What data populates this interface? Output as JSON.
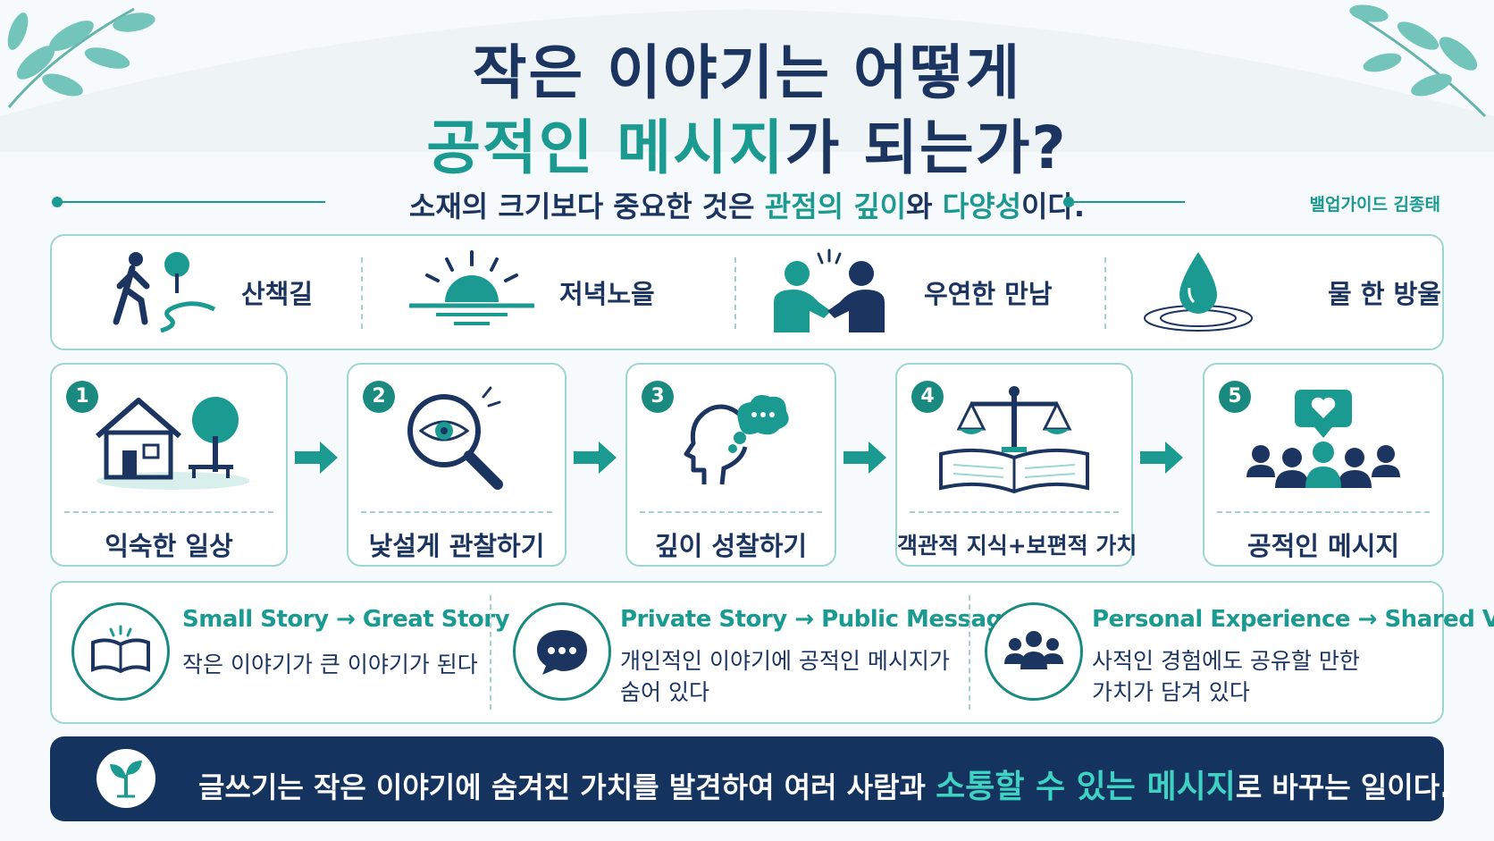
{
  "title": {
    "line1": "작은 이야기는 어떻게",
    "line2_part1": "공적인 메시지",
    "line2_part2": "가 되는가?"
  },
  "subtitle": {
    "part1": "소재의 크기보다 중요한 것은 ",
    "part2": "관점의 깊이",
    "part3": "와 ",
    "part4": "다양성",
    "part5": "이다."
  },
  "author": "밸업가이드 김종태",
  "topics": [
    {
      "label": "산책길",
      "icon": "walking-person-path-icon"
    },
    {
      "label": "저녁노을",
      "icon": "sunset-icon"
    },
    {
      "label": "우연한 만남",
      "icon": "handshake-icon"
    },
    {
      "label": "물 한 방울",
      "icon": "water-drop-icon"
    }
  ],
  "steps": [
    {
      "num": "1",
      "label": "익숙한 일상",
      "icon": "house-tree-icon"
    },
    {
      "num": "2",
      "label": "낯설게 관찰하기",
      "icon": "magnifier-eye-icon"
    },
    {
      "num": "3",
      "label": "깊이 성찰하기",
      "icon": "head-thought-icon"
    },
    {
      "num": "4",
      "label": "객관적 지식+보편적 가치",
      "icon": "scales-book-icon"
    },
    {
      "num": "5",
      "label": "공적인 메시지",
      "icon": "audience-heart-icon"
    }
  ],
  "transformations": [
    {
      "heading": "Small Story → Great Story",
      "line1": "작은 이야기가 큰 이야기가 된다",
      "line2": "",
      "icon": "open-book-icon"
    },
    {
      "heading": "Private Story → Public Message",
      "line1": "개인적인 이야기에 공적인 메시지가",
      "line2": "숨어 있다",
      "icon": "speech-bubble-icon"
    },
    {
      "heading": "Personal Experience → Shared Value",
      "line1": "사적인 경험에도 공유할 만한",
      "line2": "가치가 담겨 있다",
      "icon": "group-icon"
    }
  ],
  "conclusion": {
    "part1": "글쓰기는 작은 이야기에 숨겨진 가치를 발견하여 여러 사람과 ",
    "highlight": "소통할 수 있는 메시지",
    "part2": "로 바꾸는 일이다.",
    "icon": "sprout-icon"
  },
  "colors": {
    "navy": "#1c3560",
    "teal": "#1a9a90",
    "bar": "#14335e",
    "highlight": "#3fd1c2"
  }
}
